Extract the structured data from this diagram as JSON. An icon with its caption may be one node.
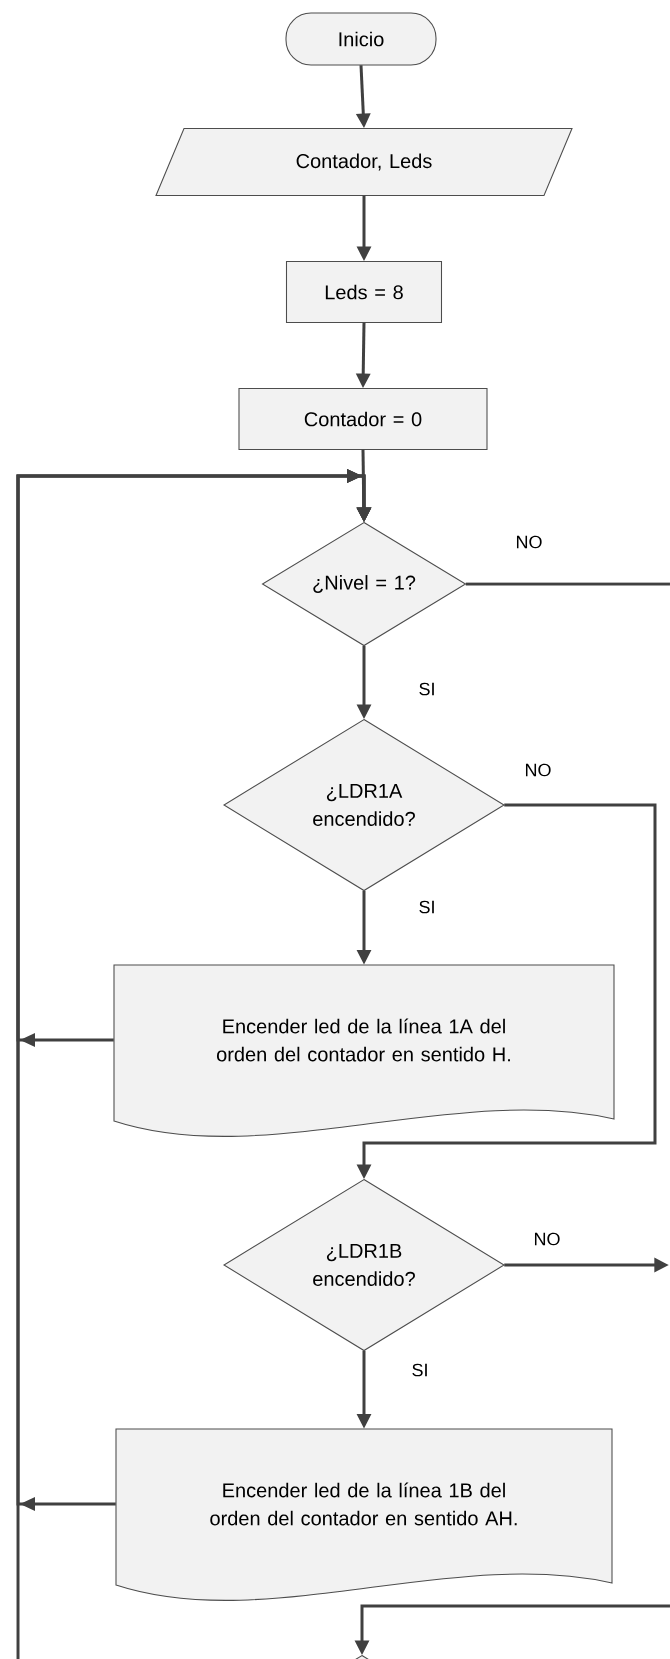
{
  "diagram": {
    "nodes": [
      {
        "text": [
          "Inicio"
        ]
      },
      {
        "text": [
          "Contador, Leds"
        ]
      },
      {
        "text": [
          "Leds = 8"
        ]
      },
      {
        "text": [
          "Contador = 0"
        ]
      },
      {
        "text": [
          "¿Nivel = 1?"
        ]
      },
      {
        "text": [
          "¿LDR1A encendido?"
        ]
      },
      {
        "text": [
          "Encender led de la línea 1A del orden del contador en sentido H."
        ]
      },
      {
        "text": [
          "¿LDR1B encendido?"
        ]
      },
      {
        "text": [
          "Encender led de la línea 1B del orden del contador en sentido AH."
        ]
      },
      {
        "text": [],
        "shape": "diamond"
      }
    ],
    "edges": [
      {
        "from": 0,
        "to": 1,
        "arrow": "to"
      },
      {
        "from": 1,
        "to": 2,
        "arrow": "to"
      },
      {
        "from": 2,
        "to": 3,
        "arrow": "to"
      },
      {
        "from": 3,
        "to": 4,
        "arrow": "to"
      },
      {
        "from": 4,
        "to": 5,
        "arrow": "to",
        "label": "SI"
      },
      {
        "from": 4,
        "to": null,
        "arrow": "none",
        "label": "NO"
      },
      {
        "from": 5,
        "to": 6,
        "arrow": "to",
        "label": "SI"
      },
      {
        "from": 5,
        "to": 7,
        "arrow": "to",
        "label": "NO"
      },
      {
        "from": 6,
        "to": 4,
        "arrow": "to"
      },
      {
        "from": 7,
        "to": 8,
        "arrow": "to",
        "label": "SI"
      },
      {
        "from": 7,
        "to": null,
        "arrow": "to",
        "label": "NO"
      },
      {
        "from": 8,
        "to": 4,
        "arrow": "to"
      },
      {
        "from": null,
        "to": 4,
        "arrow": "to"
      },
      {
        "from": null,
        "to": 9,
        "arrow": "to"
      }
    ]
  }
}
